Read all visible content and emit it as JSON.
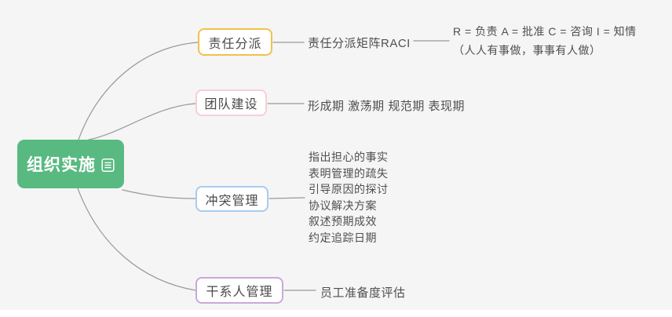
{
  "canvas": {
    "background_color": "#F5F5F5",
    "edge_color": "#999999",
    "text_color": "#4F4F4F"
  },
  "root": {
    "label": "组织实施",
    "icon": "notes-icon",
    "fill_color": "#58BA80",
    "text_color": "#FFFFFF"
  },
  "branches": [
    {
      "label": "责任分派",
      "border_color": "#F0C24B",
      "child_label": "责任分派矩阵RACI",
      "legend_lines": [
        "R = 负责 A = 批准 C = 咨询 I = 知情",
        "（人人有事做，事事有人做）"
      ]
    },
    {
      "label": "团队建设",
      "border_color": "#F8CED4",
      "child_label": "形成期 激荡期 规范期 表现期"
    },
    {
      "label": "冲突管理",
      "border_color": "#A9CCEC",
      "items": [
        "指出担心的事实",
        "表明管理的疏失",
        "引导原因的探讨",
        "协议解决方案",
        "叙述预期成效",
        "约定追踪日期"
      ]
    },
    {
      "label": "干系人管理",
      "border_color": "#C9A8DC",
      "child_label": "员工准备度评估"
    }
  ]
}
